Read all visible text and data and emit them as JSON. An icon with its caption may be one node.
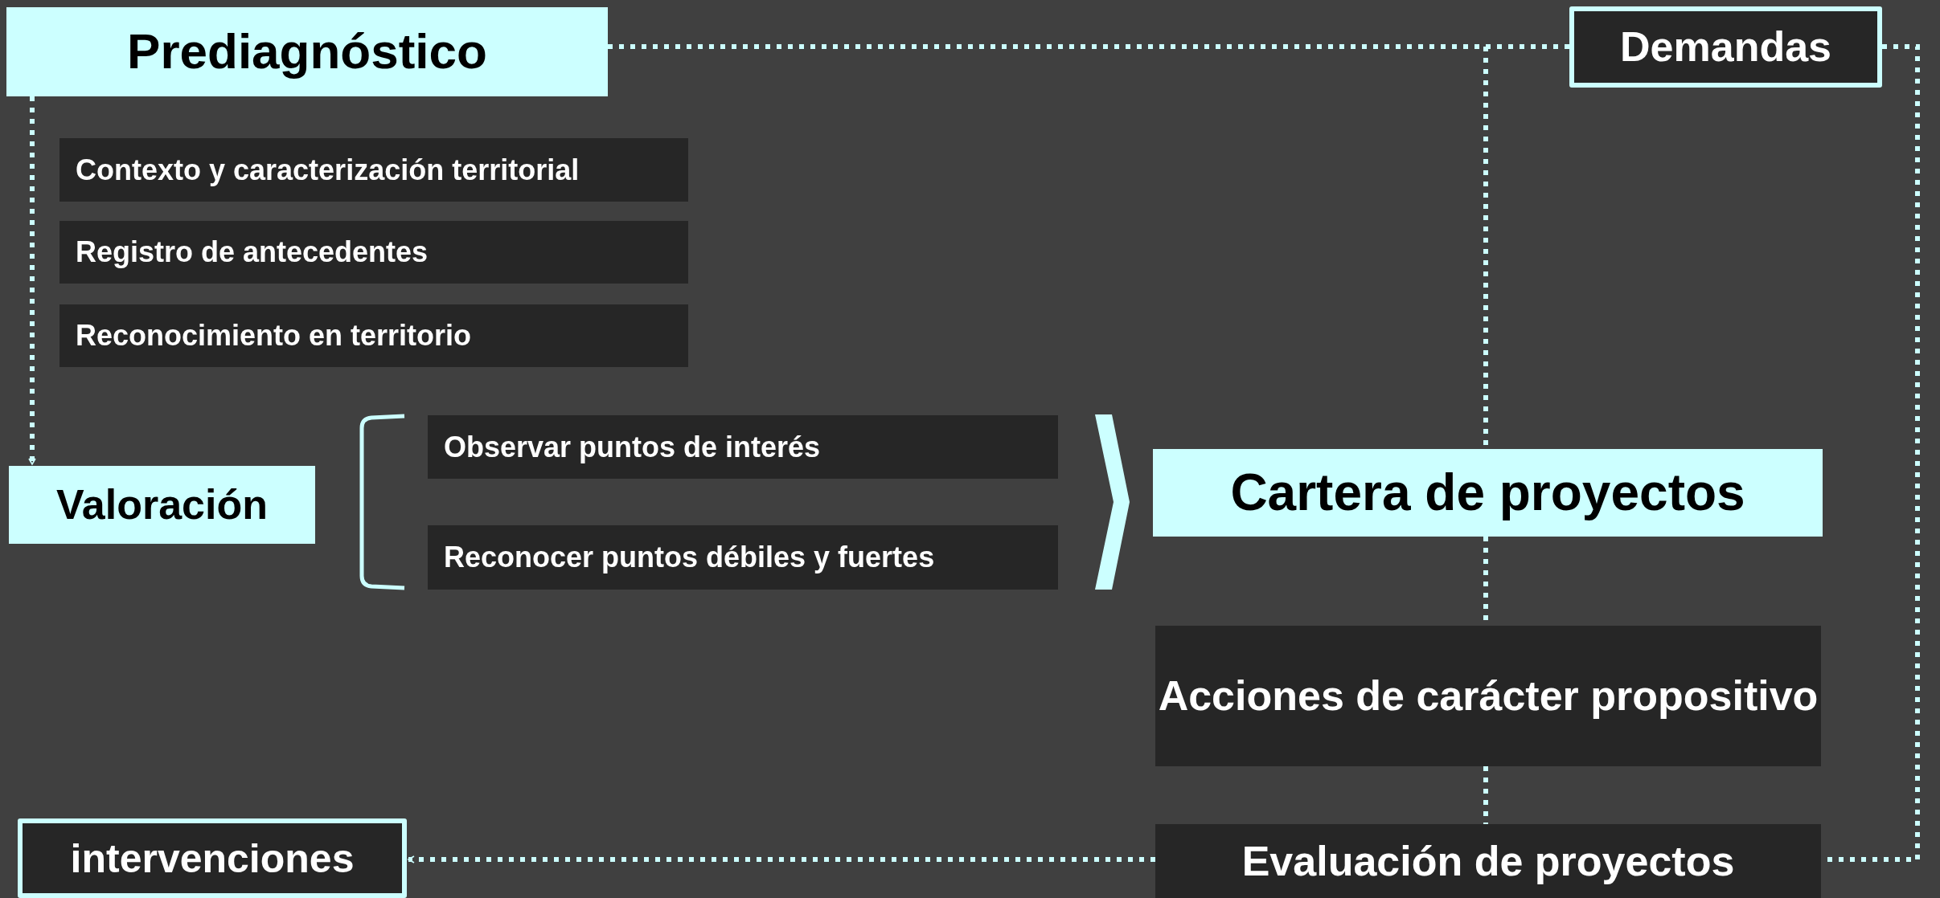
{
  "diagram": {
    "nodes": [
      {
        "text": [
          "Prediagnóstico"
        ]
      },
      {
        "text": [
          "Demandas"
        ]
      },
      {
        "text": [
          "Contexto y caracterización territorial"
        ]
      },
      {
        "text": [
          "Registro de antecedentes"
        ]
      },
      {
        "text": [
          "Reconocimiento en territorio"
        ]
      },
      {
        "text": [
          "Valoración"
        ]
      },
      {
        "text": [
          "Observar puntos de interés"
        ]
      },
      {
        "text": [
          "Reconocer puntos débiles y fuertes"
        ]
      },
      {
        "text": [
          "Cartera de proyectos"
        ]
      },
      {
        "text": [
          "Acciones de carácter propositivo"
        ]
      },
      {
        "text": [
          "Evaluación de proyectos"
        ]
      },
      {
        "text": [
          "intervenciones"
        ]
      }
    ],
    "edges": [
      {
        "from": 0,
        "to": 5,
        "arrow": "to"
      },
      {
        "from": 0,
        "to": 1,
        "arrow": "none"
      },
      {
        "from": 0,
        "to": 8,
        "arrow": "none"
      },
      {
        "from": 8,
        "to": 9,
        "arrow": "none"
      },
      {
        "from": 9,
        "to": 10,
        "arrow": "none"
      },
      {
        "from": 1,
        "to": 10,
        "arrow": "none"
      },
      {
        "from": 10,
        "to": 11,
        "arrow": "to"
      }
    ]
  }
}
